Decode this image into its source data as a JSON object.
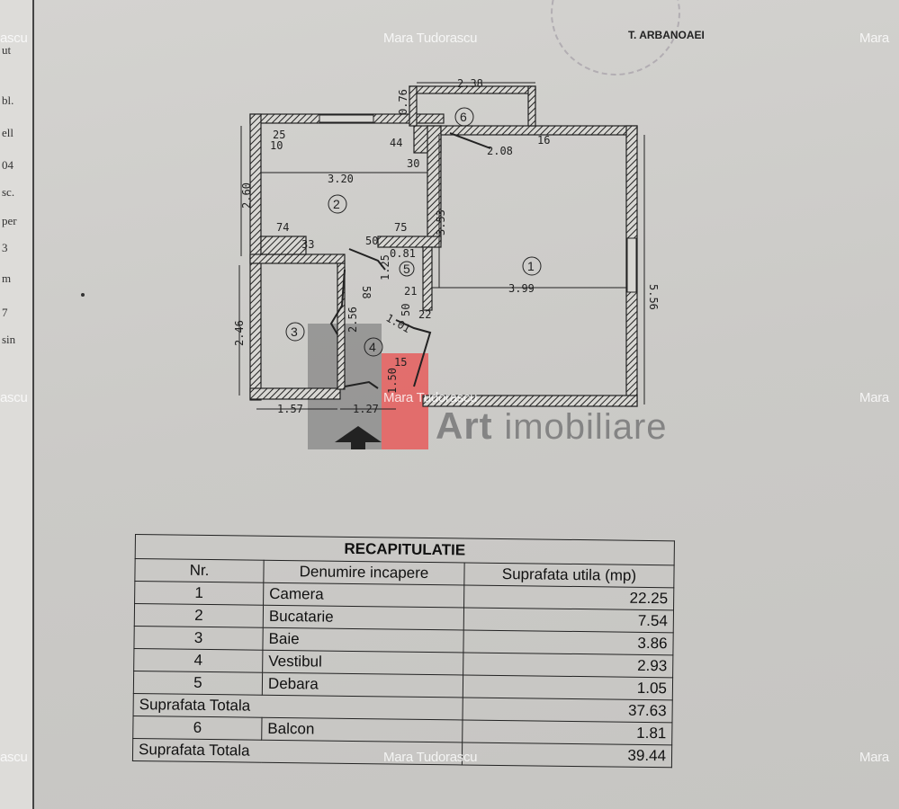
{
  "watermark": "Mara Tudorascu",
  "watermark_partial_left": "ascu",
  "watermark_partial_right": "Mara",
  "signature_name": "T. ARBANOAEI",
  "logo": {
    "brand": "Art",
    "suffix": "imobiliare",
    "colors": {
      "gray": "#6e6e6e",
      "red": "#eb4646"
    }
  },
  "edge_fragments": [
    "ut",
    "bl.",
    "ell",
    "04",
    "sc.",
    "per",
    "3",
    "m",
    "7",
    "sin"
  ],
  "plan": {
    "rooms": [
      "1",
      "2",
      "3",
      "4",
      "5",
      "6"
    ],
    "dimensions": {
      "balcony_width": "2.38",
      "balcony_depth": "0.76",
      "d25": "25",
      "d10": "10",
      "d44": "44",
      "d30": "30",
      "d208": "2.08",
      "d16": "16",
      "kitchen_width": "3.20",
      "kitchen_depth": "2.60",
      "d74": "74",
      "d75": "75",
      "d33": "33",
      "d50": "50",
      "d353": "3.53",
      "d081": "0.81",
      "room1_width": "3.99",
      "room1_depth": "5.56",
      "d58": "58",
      "d125": "1.25",
      "d21": "21",
      "d22": "22",
      "d50b": "50",
      "d101": "1.01",
      "bath_depth": "2.46",
      "hall_depth": "2.56",
      "d15": "15",
      "d150": "1.50",
      "bath_width": "1.57",
      "hall_width": "1.27"
    }
  },
  "table": {
    "title": "RECAPITULATIE",
    "headers": [
      "Nr.",
      "Denumire incapere",
      "Suprafata utila (mp)"
    ],
    "rows": [
      {
        "nr": "1",
        "name": "Camera",
        "area": "22.25"
      },
      {
        "nr": "2",
        "name": "Bucatarie",
        "area": "7.54"
      },
      {
        "nr": "3",
        "name": "Baie",
        "area": "3.86"
      },
      {
        "nr": "4",
        "name": "Vestibul",
        "area": "2.93"
      },
      {
        "nr": "5",
        "name": "Debara",
        "area": "1.05"
      }
    ],
    "total1": {
      "label": "Suprafata Totala",
      "area": "37.63"
    },
    "balcony": {
      "nr": "6",
      "name": "Balcon",
      "area": "1.81"
    },
    "total2": {
      "label": "Suprafata Totala",
      "area": "39.44"
    }
  }
}
